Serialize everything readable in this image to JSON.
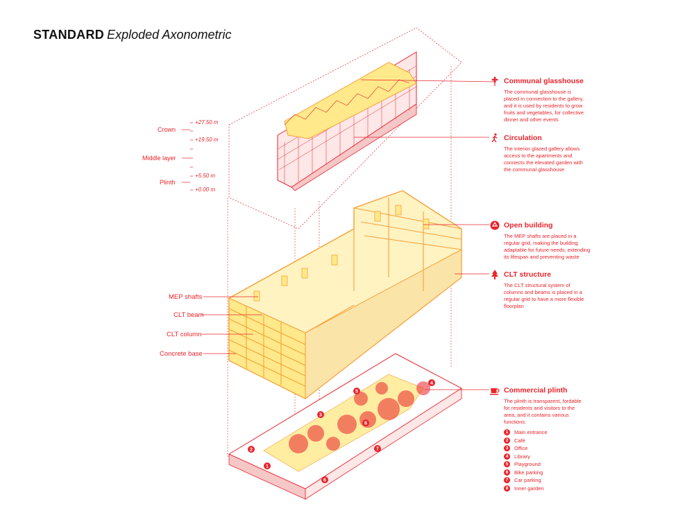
{
  "title": {
    "bold": "STANDARD",
    "italic": "Exploded Axonometric"
  },
  "elevations": {
    "labels": [
      "Crown",
      "Middle layer",
      "Plinth"
    ],
    "values": [
      "+27.50 m",
      "+19.50 m",
      "+5.50 m",
      "+0.00 m"
    ]
  },
  "structure_labels": [
    "MEP shafts",
    "CLT beam",
    "CLT column",
    "Concrete base"
  ],
  "info": [
    {
      "icon": "flower-icon",
      "title": "Communal glasshouse",
      "lines": [
        "The communal glasshouse is",
        "placed in connection to the gallery,",
        "and it is used by residents to grow",
        "fruits and vegetables, for collective",
        "dinner and other events"
      ]
    },
    {
      "icon": "walking-person-icon",
      "title": "Circulation",
      "lines": [
        "The interior glazed gallery allows",
        "access to the apartments and",
        "connects the elevated garden with",
        "the communal glasshouse"
      ]
    },
    {
      "icon": "recycle-icon",
      "title": "Open building",
      "lines": [
        "The MEP shafts are placed in a",
        "regular grid, making the building",
        "adaptable for future needs, extending",
        "its lifespan and preventing waste"
      ]
    },
    {
      "icon": "tree-icon",
      "title": "CLT structure",
      "lines": [
        "The CLT structural system of",
        "columns and beams is placed in a",
        "regular grid to have a more flexible",
        "floorplan"
      ]
    },
    {
      "icon": "coffee-cup-icon",
      "title": "Commercial plinth",
      "lines": [
        "The plinth is transparent, fordable",
        "for residents and visitors to the",
        "area, and it contains various",
        "functions:"
      ]
    }
  ],
  "functions": [
    {
      "num": "1",
      "label": "Main entrance"
    },
    {
      "num": "2",
      "label": "Café"
    },
    {
      "num": "3",
      "label": "Office"
    },
    {
      "num": "4",
      "label": "Library"
    },
    {
      "num": "5",
      "label": "Playground"
    },
    {
      "num": "6",
      "label": "Bike parking"
    },
    {
      "num": "7",
      "label": "Car parking"
    },
    {
      "num": "8",
      "label": "Inner garden"
    }
  ],
  "map_markers": [
    "1",
    "2",
    "3",
    "4",
    "5",
    "6",
    "7",
    "8"
  ],
  "colors": {
    "accent": "#e8242c",
    "orange": "#f7a13b",
    "yellow": "#ffe98a"
  }
}
